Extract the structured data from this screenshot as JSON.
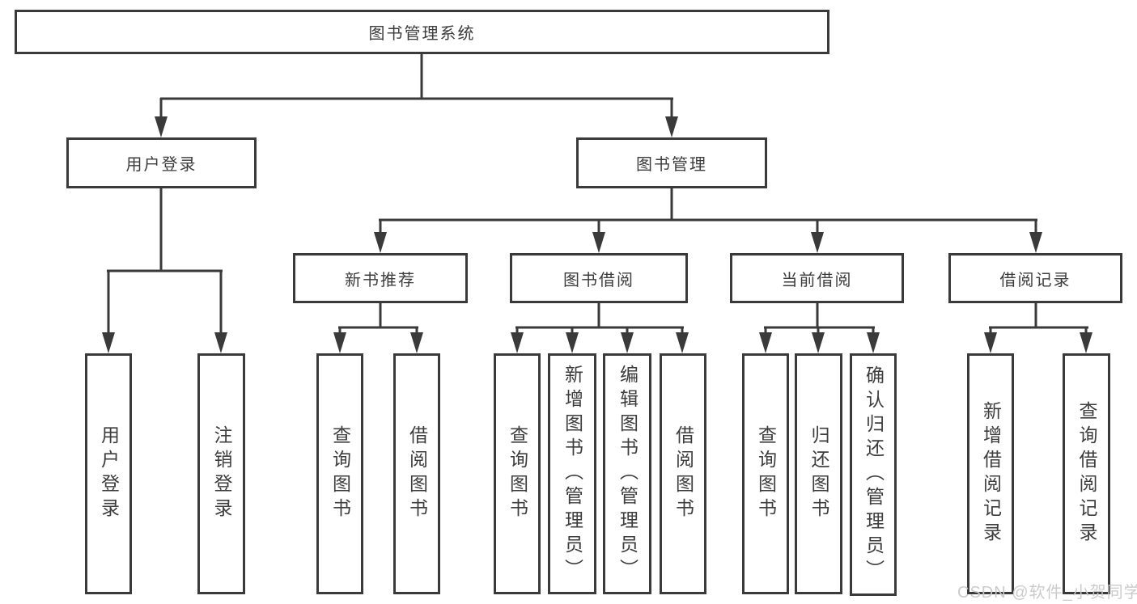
{
  "diagram": {
    "root": {
      "label": "图书管理系统"
    },
    "level2": [
      {
        "label": "用户登录"
      },
      {
        "label": "图书管理"
      }
    ],
    "level3": [
      {
        "label": "新书推荐"
      },
      {
        "label": "图书借阅"
      },
      {
        "label": "当前借阅"
      },
      {
        "label": "借阅记录"
      }
    ],
    "leaves": [
      {
        "label": "用户登录"
      },
      {
        "label": "注销登录"
      },
      {
        "label": "查询图书"
      },
      {
        "label": "借阅图书"
      },
      {
        "label": "查询图书"
      },
      {
        "label": "新增图书（管理员）"
      },
      {
        "label": "编辑图书（管理员）"
      },
      {
        "label": "借阅图书"
      },
      {
        "label": "查询图书"
      },
      {
        "label": "归还图书"
      },
      {
        "label": "确认归还（管理员）"
      },
      {
        "label": "新增借阅记录"
      },
      {
        "label": "查询借阅记录"
      }
    ],
    "watermark": "CSDN @软件_小贺同学",
    "colors": {
      "line": "#3a3a3a",
      "text": "#3c3c3c",
      "box_fill": "#ffffff",
      "watermark": "#c9c9c9"
    }
  }
}
